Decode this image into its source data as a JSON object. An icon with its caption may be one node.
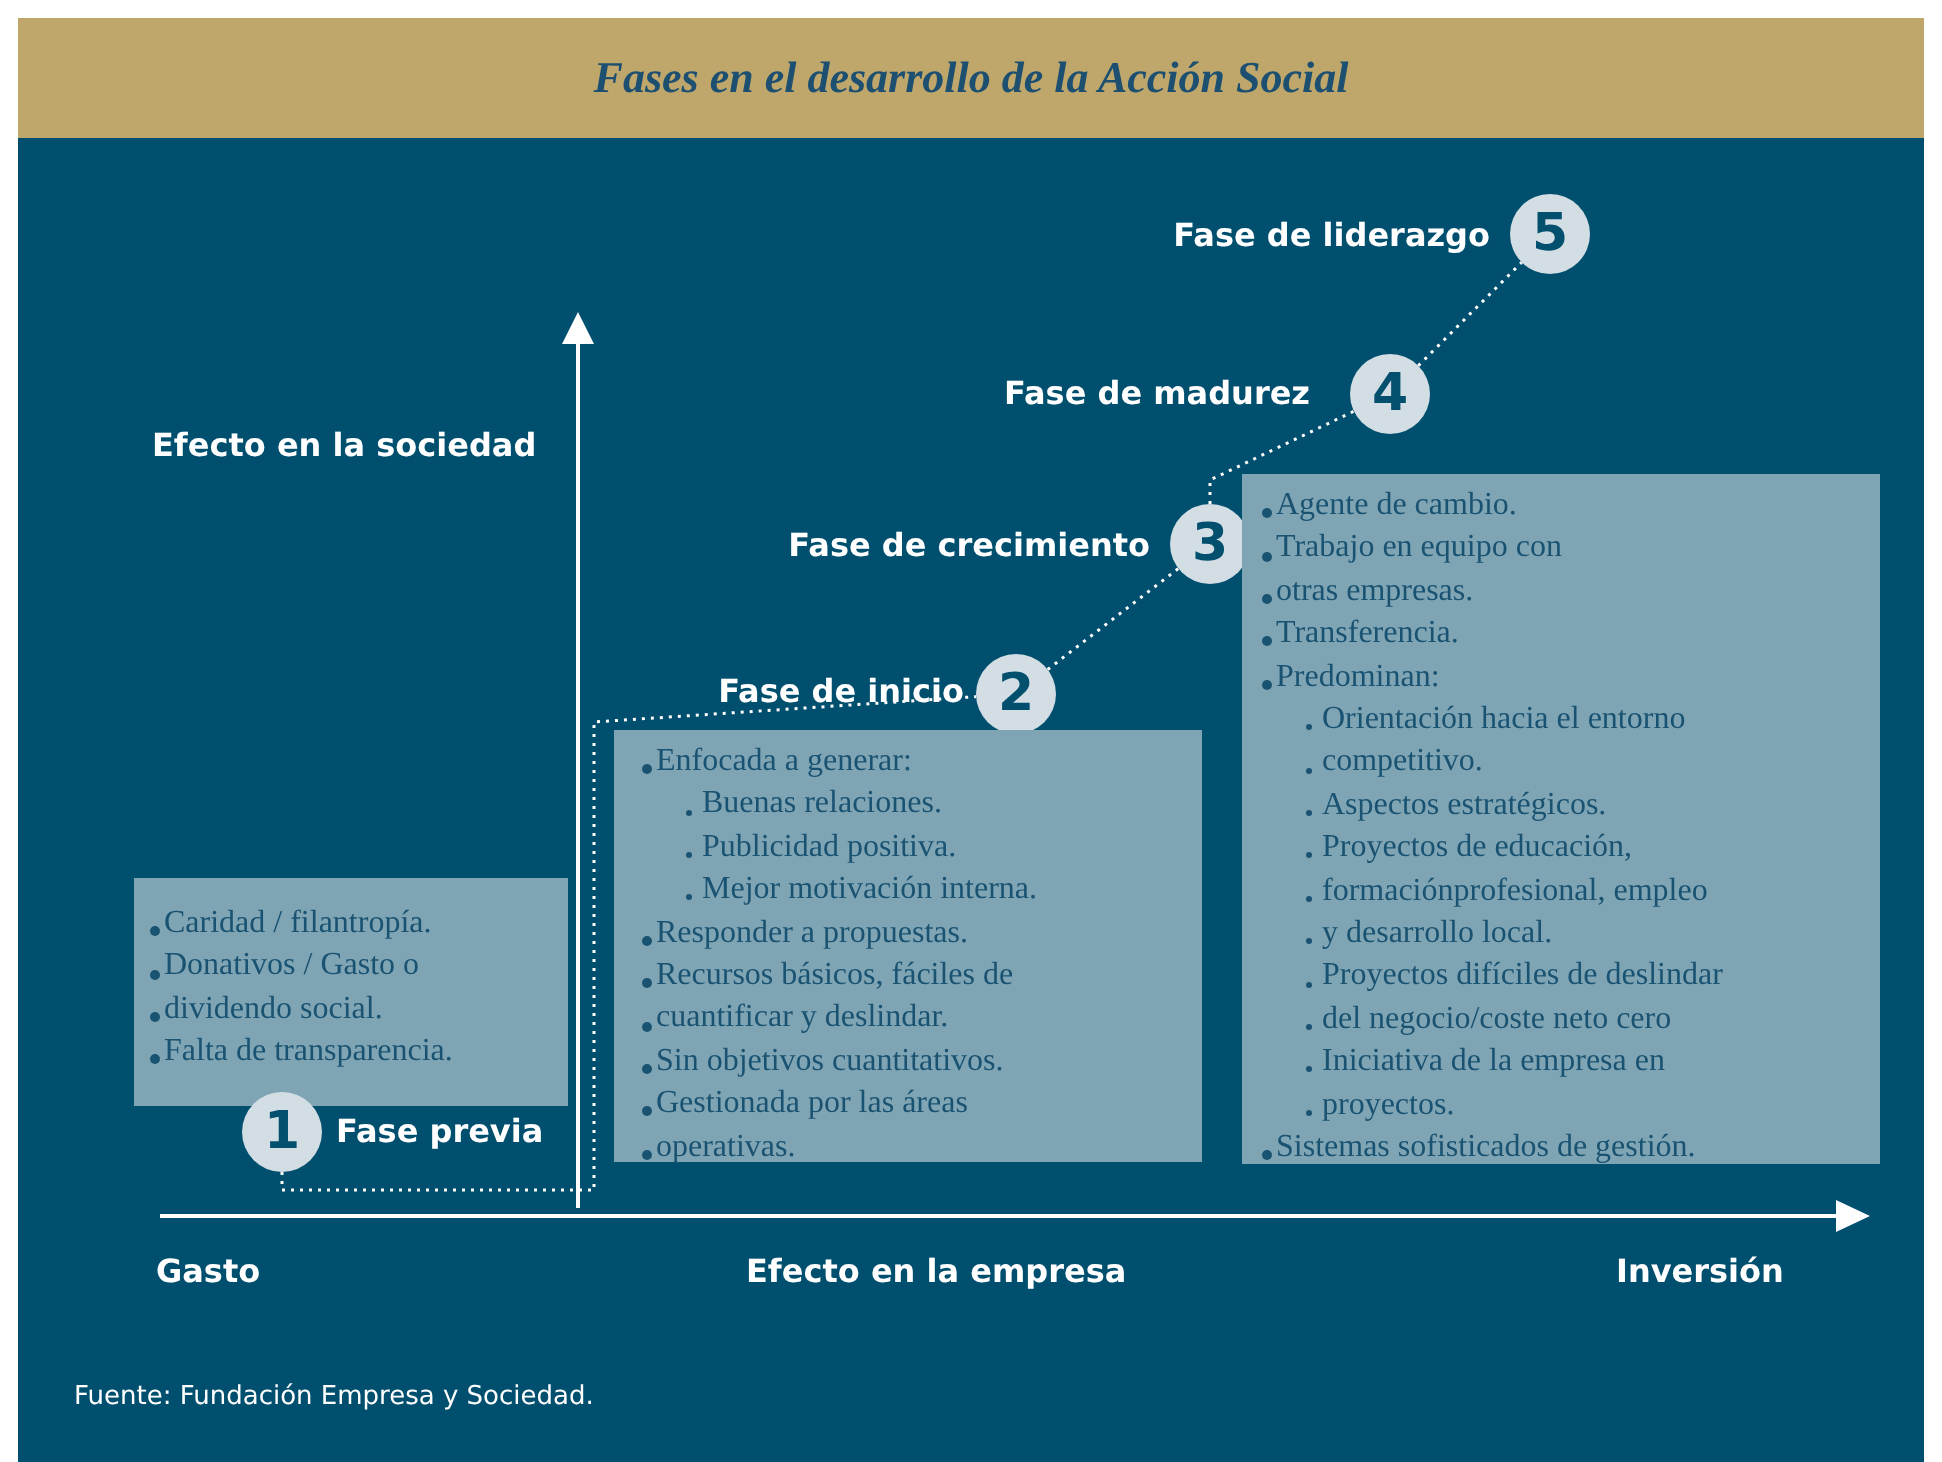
{
  "diagram": {
    "title": "Fases en el desarrollo de la Acción Social",
    "caption": "Fuente: Fundación Empresa y Sociedad.",
    "nodes": [
      {
        "text": [
          "5"
        ],
        "beside": [
          "Fase de liderazgo"
        ]
      },
      {
        "text": [
          "4"
        ],
        "beside": [
          "Fase de madurez"
        ]
      },
      {
        "text": [
          "3"
        ],
        "beside": [
          "Fase de crecimiento"
        ]
      },
      {
        "text": [
          "Agente de cambio.",
          "Trabajo en equipo con",
          "otras empresas.",
          "Transferencia.",
          "Predominan:",
          "Orientación hacia el entorno",
          "competitivo.",
          "Aspectos estratégicos.",
          "Proyectos de educación,",
          "formaciónprofesional, empleo",
          "y desarrollo local.",
          "Proyectos difíciles de deslindar",
          "del negocio/coste neto cero",
          "Iniciativa de la empresa en",
          "proyectos.",
          "Sistemas sofisticados de gestión."
        ]
      },
      {
        "text": [
          "2"
        ],
        "beside": [
          "Fase de inicio"
        ]
      },
      {
        "text": [
          "Enfocada a generar:",
          "Buenas relaciones.",
          "Publicidad positiva.",
          "Mejor motivación interna.",
          "Responder a propuestas.",
          "Recursos básicos, fáciles de",
          "cuantificar y deslindar.",
          "Sin objetivos cuantitativos.",
          "Gestionada por las áreas",
          "operativas."
        ]
      },
      {
        "text": [
          "Caridad / filantropía.",
          "Donativos / Gasto o",
          "dividendo social.",
          "Falta de transparencia."
        ]
      },
      {
        "text": [
          "1"
        ],
        "beside": [
          "Fase previa"
        ]
      }
    ],
    "edges": [
      {
        "from": 7,
        "to": 4,
        "arrow": "none",
        "style": "dashed"
      },
      {
        "from": 4,
        "to": 2,
        "arrow": "none",
        "style": "dashed"
      },
      {
        "from": 2,
        "to": 1,
        "arrow": "none",
        "style": "dashed"
      },
      {
        "from": 1,
        "to": 0,
        "arrow": "none",
        "style": "dashed"
      }
    ],
    "labels": [
      "Efecto en la sociedad",
      "Gasto",
      "Efecto en la empresa",
      "Inversión"
    ]
  }
}
